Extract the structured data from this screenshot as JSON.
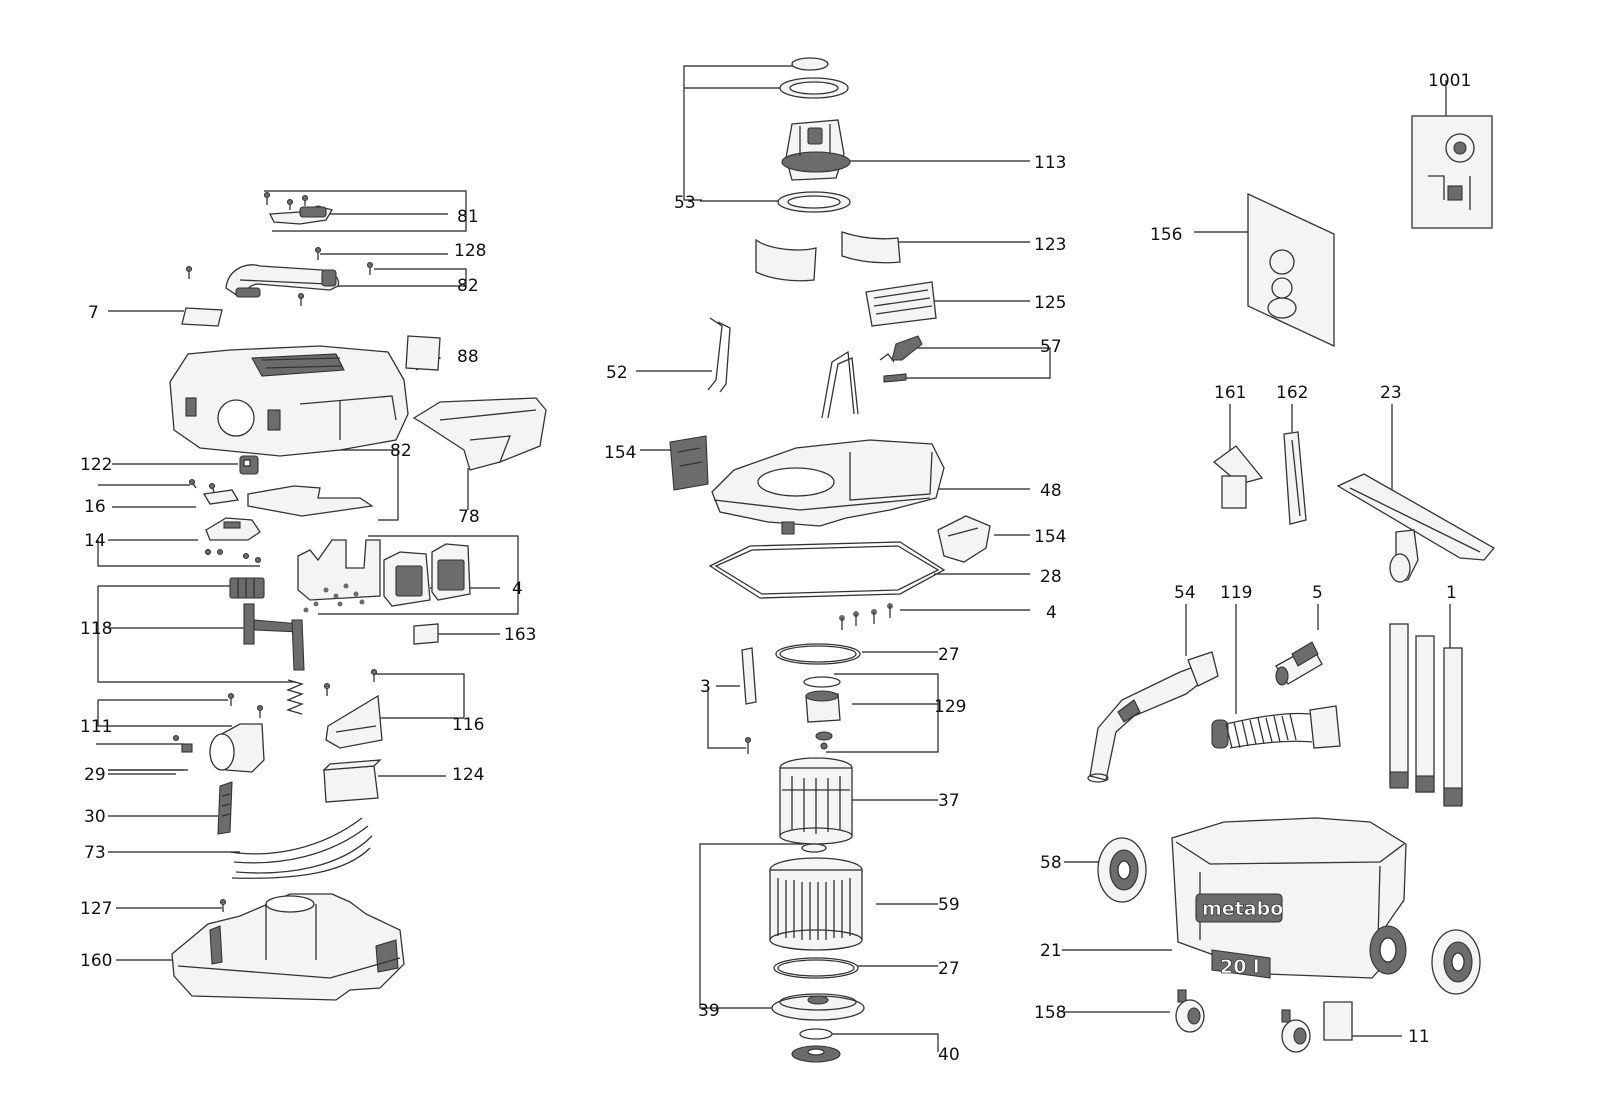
{
  "diagram": {
    "labels": [
      "1",
      "3",
      "4",
      "4",
      "5",
      "7",
      "11",
      "14",
      "16",
      "21",
      "23",
      "27",
      "27",
      "28",
      "29",
      "30",
      "37",
      "39",
      "40",
      "48",
      "52",
      "53",
      "54",
      "57",
      "58",
      "59",
      "73",
      "78",
      "81",
      "82",
      "82",
      "88",
      "111",
      "113",
      "116",
      "118",
      "119",
      "122",
      "123",
      "124",
      "125",
      "127",
      "128",
      "129",
      "154",
      "154",
      "156",
      "158",
      "160",
      "161",
      "162",
      "163",
      "1001"
    ],
    "brand_text": "metabo",
    "capacity_text": "20 l"
  }
}
